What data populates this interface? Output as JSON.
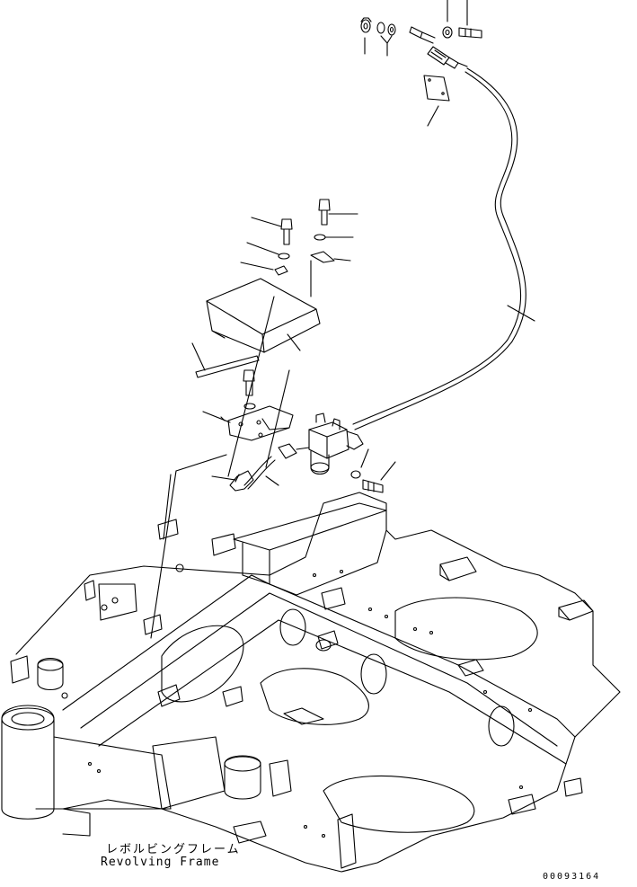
{
  "labels": {
    "frame_jp": "レボルビングフレーム",
    "frame_en": "Revolving Frame",
    "drawing_number": "00093164"
  }
}
